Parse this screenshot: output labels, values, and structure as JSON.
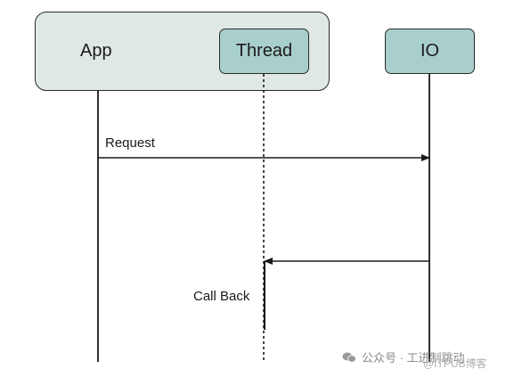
{
  "diagram": {
    "participants": {
      "app": "App",
      "thread": "Thread",
      "io": "IO"
    },
    "messages": {
      "request": "Request",
      "callback": "Call Back"
    },
    "colors": {
      "app_fill": "#dfe8e5",
      "lifeline_box_fill": "#a9cfcc",
      "line": "#1a1a1a"
    }
  },
  "watermark": {
    "text": "公众号 · 工进制跳动",
    "sub": "@ITPUB博客",
    "icon": "wechat-icon"
  }
}
